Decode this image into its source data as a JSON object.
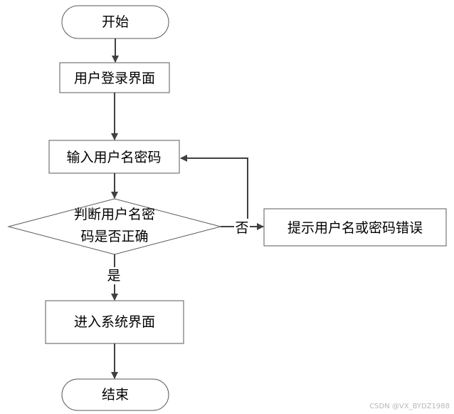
{
  "diagram": {
    "type": "flowchart",
    "nodes": {
      "start": "开始",
      "login_screen": "用户登录界面",
      "input_credentials": "输入用户名密码",
      "decision": [
        "判断用户名密",
        "码是否正确"
      ],
      "error_prompt": "提示用户名或密码错误",
      "enter_system": "进入系统界面",
      "end": "结束"
    },
    "edges": {
      "yes_label": "是",
      "no_label": "否"
    }
  },
  "watermark": "CSDN @VX_BYDZ1988",
  "colors": {
    "stroke": "#5a5a5a",
    "arrow": "#404040",
    "text": "#000000"
  }
}
